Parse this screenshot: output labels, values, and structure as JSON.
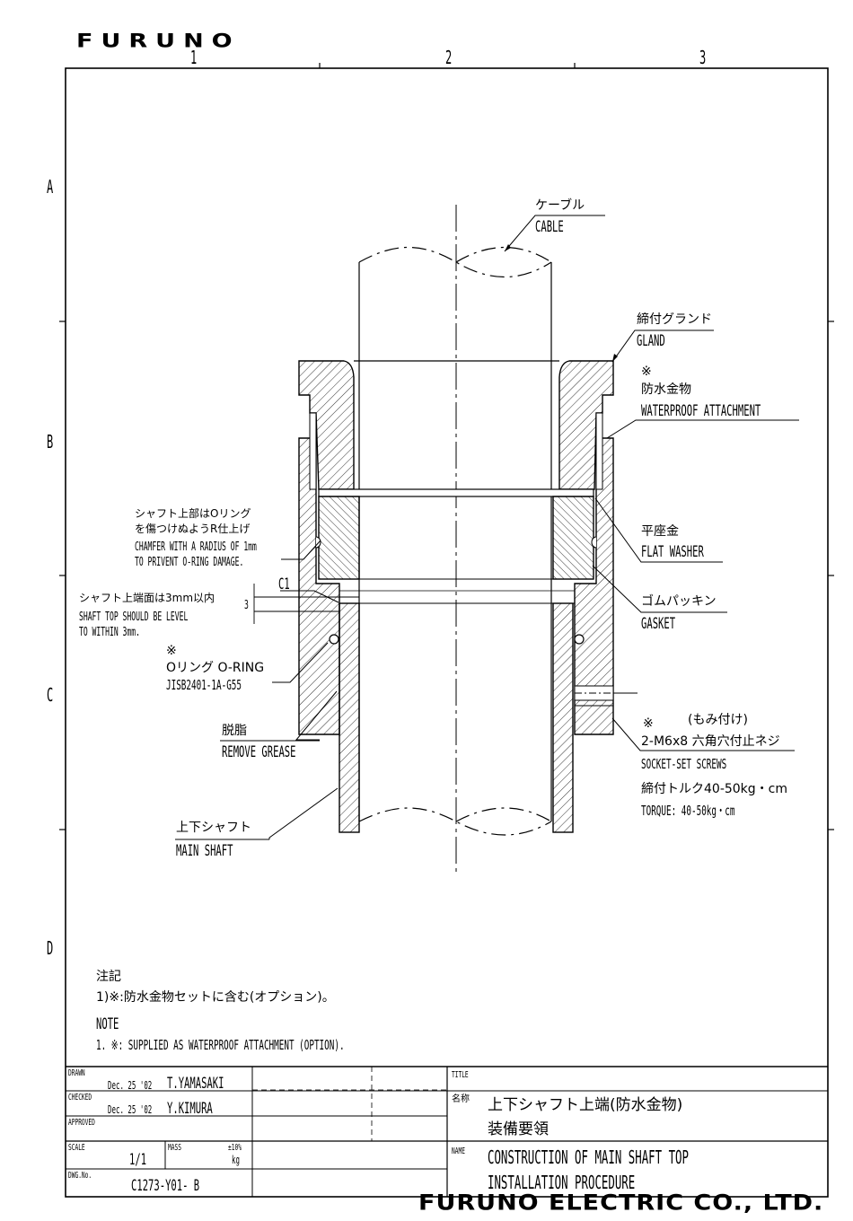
{
  "header": {
    "logo": "FURUNO",
    "zone_cols": [
      "1",
      "2",
      "3"
    ],
    "zone_rows": [
      "A",
      "B",
      "C",
      "D"
    ]
  },
  "drawing": {
    "cable_jp": "ケーブル",
    "cable_en": "CABLE",
    "gland_jp": "締付グランド",
    "gland_en": "GLAND",
    "wp_mark": "※",
    "wp_jp": "防水金物",
    "wp_en": "WATERPROOF ATTACHMENT",
    "washer_jp": "平座金",
    "washer_en": "FLAT WASHER",
    "gasket_jp": "ゴムパッキン",
    "gasket_en": "GASKET",
    "screw_mark": "※",
    "screw_jp1": "(もみ付け)",
    "screw_jp2": "2-M6x8 六角穴付止ネジ",
    "screw_en": "SOCKET-SET SCREWS",
    "torque_jp": "締付トルク40-50kg・cm",
    "torque_en": "TORQUE: 40-50kg・cm",
    "chamfer_jp1": "シャフト上部はOリング",
    "chamfer_jp2": "を傷つけぬようR仕上げ",
    "chamfer_en1": "CHAMFER WITH A RADIUS OF 1mm",
    "chamfer_en2": "TO PRIVENT O-RING DAMAGE.",
    "c1": "C1",
    "dim3": "3",
    "level_jp": "シャフト上端面は3mm以内",
    "level_en1": "SHAFT TOP SHOULD BE LEVEL",
    "level_en2": "TO WITHIN 3mm.",
    "oring_mark": "※",
    "oring_jp": "Oリング O-RING",
    "oring_en": "JISB2401-1A-G55",
    "grease_jp": "脱脂",
    "grease_en": "REMOVE GREASE",
    "shaft_jp": "上下シャフト",
    "shaft_en": "MAIN SHAFT"
  },
  "notes": {
    "jp_title": "注記",
    "jp_1": "1)※:防水金物セットに含む(オプション)。",
    "en_title": "NOTE",
    "en_1": "1. ※: SUPPLIED AS WATERPROOF ATTACHMENT (OPTION)."
  },
  "titleblock": {
    "drawn_label": "DRAWN",
    "drawn_date": "Dec. 25 '02",
    "drawn_name": "T.YAMASAKI",
    "checked_label": "CHECKED",
    "checked_date": "Dec. 25 '02",
    "checked_name": "Y.KIMURA",
    "approved_label": "APPROVED",
    "scale_label": "SCALE",
    "scale": "1/1",
    "mass_label": "MASS",
    "mass_tol": "±10%",
    "mass_unit": "kg",
    "dwg_label": "DWG.No.",
    "dwg_no": "C1273-Y01- B",
    "title_label": "TITLE",
    "name_jp_label": "名称",
    "title_jp1": "上下シャフト上端(防水金物)",
    "title_jp2": "装備要領",
    "name_label": "NAME",
    "title_en1": "CONSTRUCTION OF MAIN SHAFT TOP",
    "title_en2": "INSTALLATION PROCEDURE"
  },
  "footer": {
    "company": "FURUNO ELECTRIC CO., LTD."
  }
}
